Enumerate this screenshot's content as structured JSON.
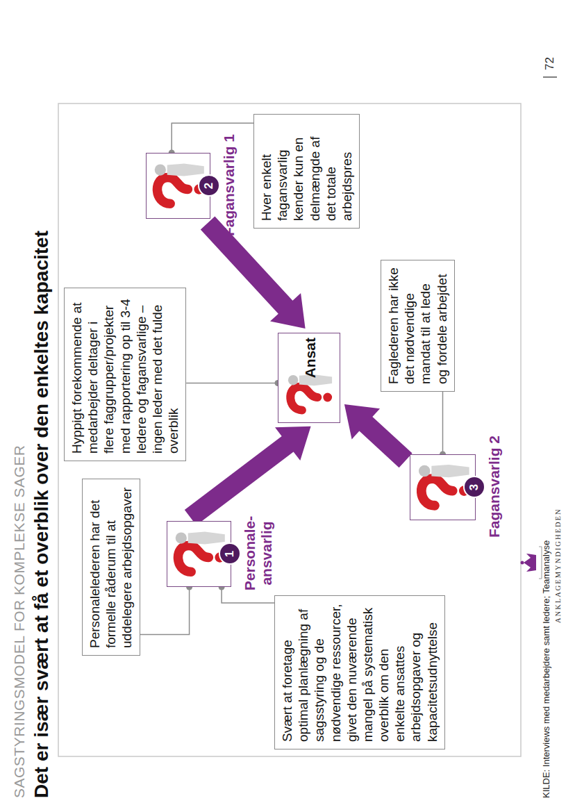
{
  "diagram": {
    "title": "Det er især svært at få et overblik over den enkeltes kapacitet",
    "nodes": [
      {
        "text": [
          "Personalelederen har det formelle råderum til at uddelegere arbejdsopgaver"
        ]
      },
      {
        "text": [
          "1",
          "Personale- ansvarlig"
        ]
      },
      {
        "text": [
          "Svært at foretage optimal planlægning af sagsstyring og de nødvendige ressourcer, givet den nuværende mangel på systematisk overblik om den enkelte ansattes arbejdsopgaver og kapacitetsudnyttelse"
        ]
      },
      {
        "text": [
          "Hyppigt forekommende at medarbejder deltager i flere faggrupper/projekter med rapportering op til 3-4 ledere og fagansvarlige – ingen leder med det fulde overblik"
        ]
      },
      {
        "text": [
          "Ansat"
        ]
      },
      {
        "text": [
          "3",
          "Fagansvarlig 2"
        ]
      },
      {
        "text": [
          "Faglederen har ikke det nødvendige mandat til at lede og fordele arbejdet"
        ]
      },
      {
        "text": [
          "2",
          "Fagansvarlig 1"
        ]
      },
      {
        "text": [
          "Hver enkelt fagansvarlig kender kun en delmængde af det totale arbejdspres"
        ]
      }
    ],
    "edges": [
      {
        "from": 1,
        "to": 4,
        "arrow": "to"
      },
      {
        "from": 7,
        "to": 4,
        "arrow": "to"
      },
      {
        "from": 5,
        "to": 4,
        "arrow": "to"
      },
      {
        "from": 0,
        "to": 1,
        "arrow": "none"
      },
      {
        "from": 1,
        "to": 2,
        "arrow": "none"
      },
      {
        "from": 3,
        "to": 4,
        "arrow": "none"
      },
      {
        "from": 7,
        "to": 8,
        "arrow": "none"
      },
      {
        "from": 5,
        "to": 6,
        "arrow": "none"
      }
    ],
    "labels": [
      "SAGSTYRINGSMODEL FOR KOMPLEKSE SAGER",
      "KILDE: Interviews med medarbejdere samt ledere; Teamanalyse",
      "ANKLAGEMYNDIGHEDEN",
      "72"
    ]
  }
}
